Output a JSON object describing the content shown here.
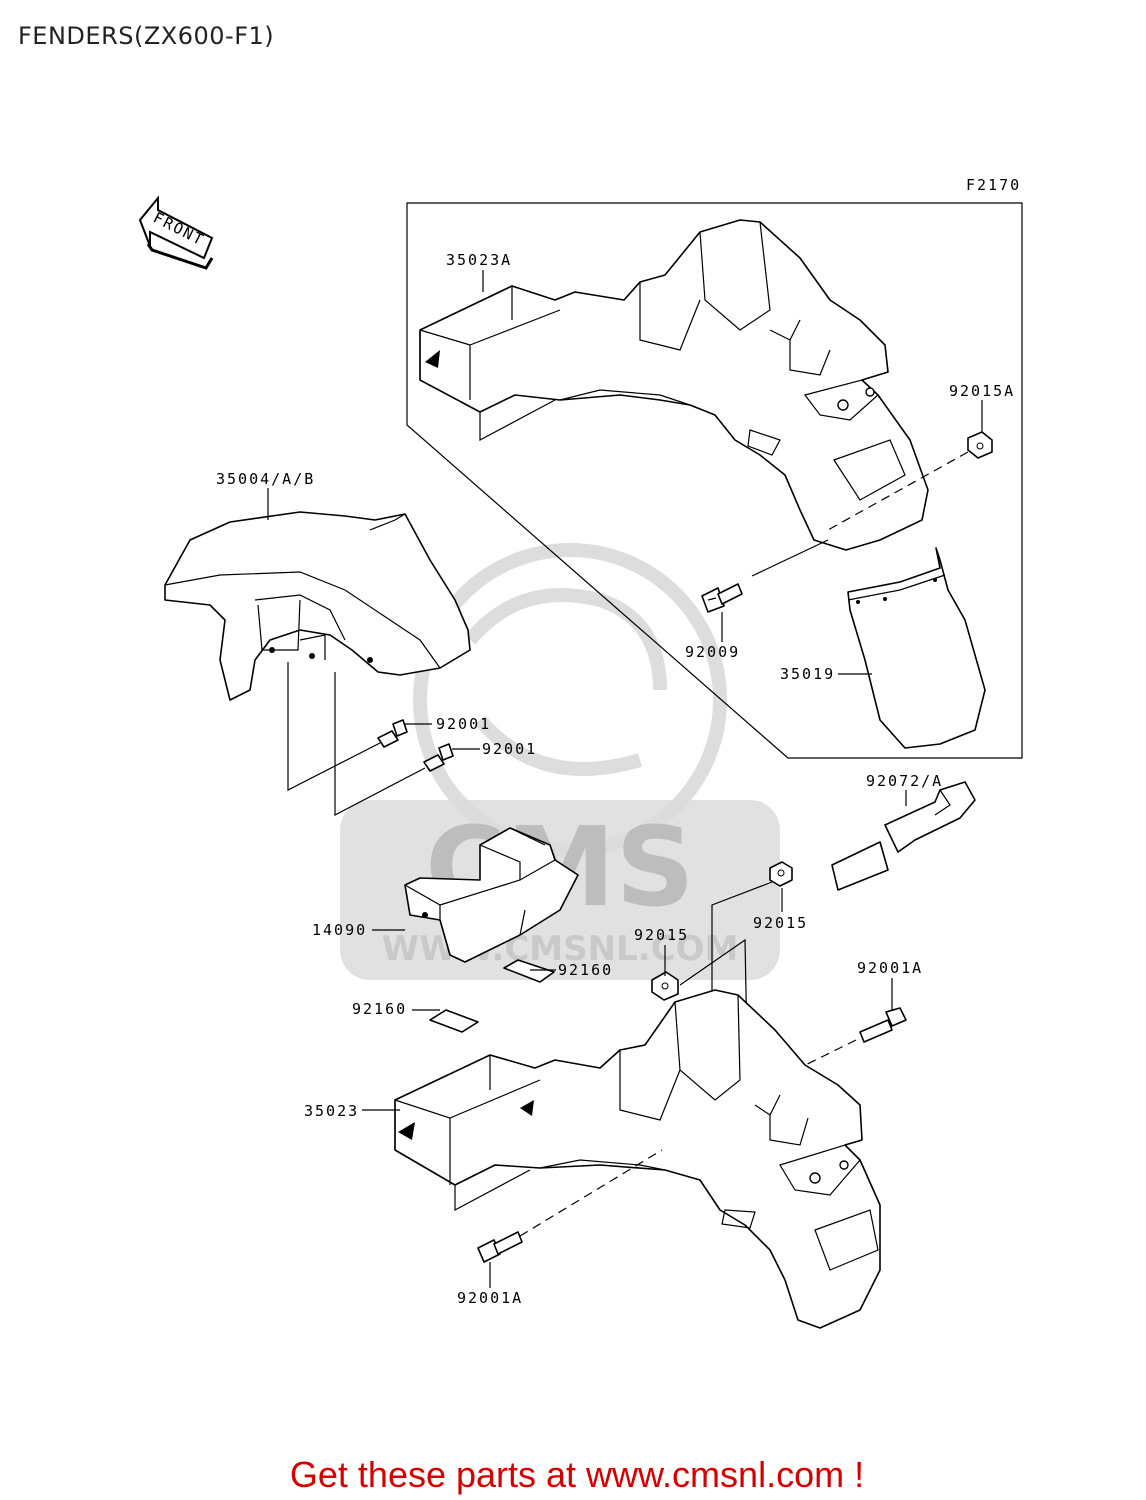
{
  "title": "FENDERS(ZX600-F1)",
  "footer": "Get these parts at www.cmsnl.com !",
  "diagram": {
    "code": "F2170",
    "front_label": "FRONT",
    "watermark": {
      "brand": "CMS",
      "url": "WWW.CMSNL.COM"
    },
    "part_labels": {
      "p35023A": "35023A",
      "p92015A": "92015A",
      "p35004": "35004/A/B",
      "p92009": "92009",
      "p35019": "35019",
      "p92001_a": "92001",
      "p92001_b": "92001",
      "p92072": "92072/A",
      "p14090": "14090",
      "p92015_a": "92015",
      "p92015_b": "92015",
      "p92160_a": "92160",
      "p92160_b": "92160",
      "p92001A_top": "92001A",
      "p35023": "35023",
      "p92001A_bottom": "92001A"
    }
  }
}
